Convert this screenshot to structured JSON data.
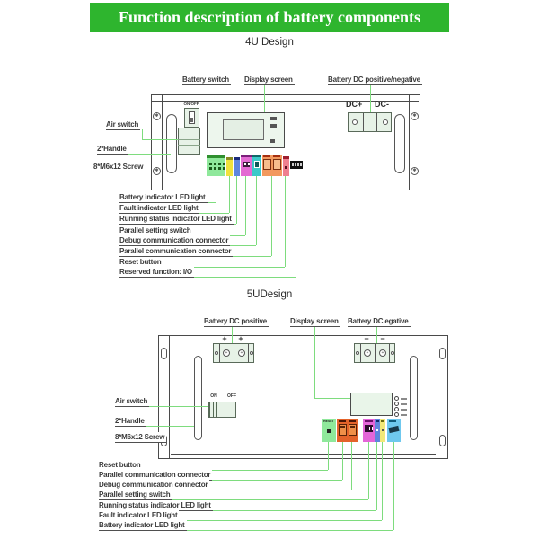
{
  "title": "Function description of battery components",
  "colors": {
    "banner_green": "#2eb52e",
    "callout_line_green": "#7edc7e",
    "label_text": "#3a3a3a",
    "panel_border": "#4a4a4a",
    "panel_tint_green": "#e7f2e7",
    "connector_green": "#8fe89b",
    "connector_yellow": "#f0e23c",
    "connector_blue": "#5f86de",
    "connector_magenta": "#e36bd3",
    "connector_teal": "#3cc9c9",
    "connector_orange_4u": "#f2995f",
    "connector_red": "#ef8090",
    "connector_black": "#111111",
    "connector_orange_5u": "#e4632a",
    "connector_cyan": "#6fc8ee"
  },
  "u4": {
    "heading": "4U Design",
    "labels": {
      "battery_switch": "Battery switch",
      "display_screen": "Display screen",
      "battery_dc": "Battery DC positive/negative",
      "air_switch": "Air switch",
      "handle": "2*Handle",
      "screw": "8*M6x12 Screw"
    },
    "panel": {
      "switch": "ON/OFF",
      "dc_plus": "DC+",
      "dc_minus": "DC-"
    },
    "bottom_labels": [
      "Battery indicator LED light",
      "Fault indicator LED light",
      "Running status indicator LED light",
      "Parallel setting switch",
      "Debug communication connector",
      "Parallel communication connector",
      "Reset button",
      "Reserved function: I/O"
    ]
  },
  "u5": {
    "heading": "5UDesign",
    "labels": {
      "dc_positive": "Battery DC positive",
      "display_screen": "Display screen",
      "dc_negative": "Battery DC egative",
      "air_switch": "Air switch",
      "handle": "2*Handle",
      "screw": "8*M6x12 Screw"
    },
    "panel": {
      "on": "ON",
      "off": "OFF",
      "plus": "+",
      "minus": "−",
      "reset": "RESET"
    },
    "display_button_count": 4,
    "bottom_labels": [
      "Reset button",
      "Parallel communication connector",
      "Debug communication connector",
      "Parallel setting switch",
      "Running status indicator LED light",
      "Fault indicator LED light",
      "Battery indicator LED light"
    ]
  }
}
